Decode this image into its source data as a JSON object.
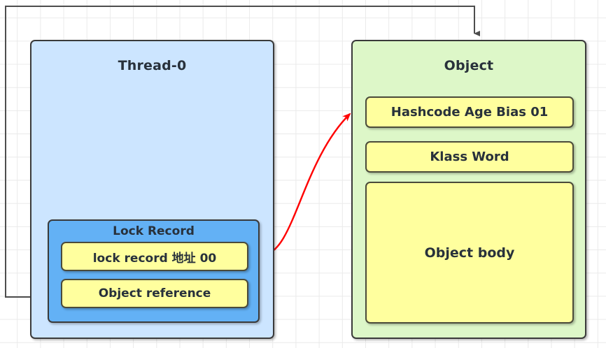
{
  "diagram": {
    "title_thread": "Thread-0",
    "title_object": "Object",
    "lock_record": {
      "title": "Lock Record",
      "fields": [
        "lock record 地址 00",
        "Object reference"
      ]
    },
    "object": {
      "fields": [
        "Hashcode Age Bias 01",
        "Klass Word",
        "Object body"
      ]
    },
    "connectors": [
      {
        "name": "object-reference-to-object",
        "style": "orthogonal",
        "color": "#4d4d4d",
        "arrow": "single-end-down"
      },
      {
        "name": "lock-record-to-mark-word",
        "style": "curved",
        "color": "#ff0000",
        "arrow": "double"
      }
    ],
    "colors": {
      "thread_fill": "#cce5ff",
      "object_fill": "#ddf7c8",
      "lockrecord_fill": "#63b1f5",
      "field_fill": "#ffff9e",
      "stroke": "#3a3a3a",
      "red_arrow": "#ff0000",
      "grid": "#eaeaea"
    }
  }
}
